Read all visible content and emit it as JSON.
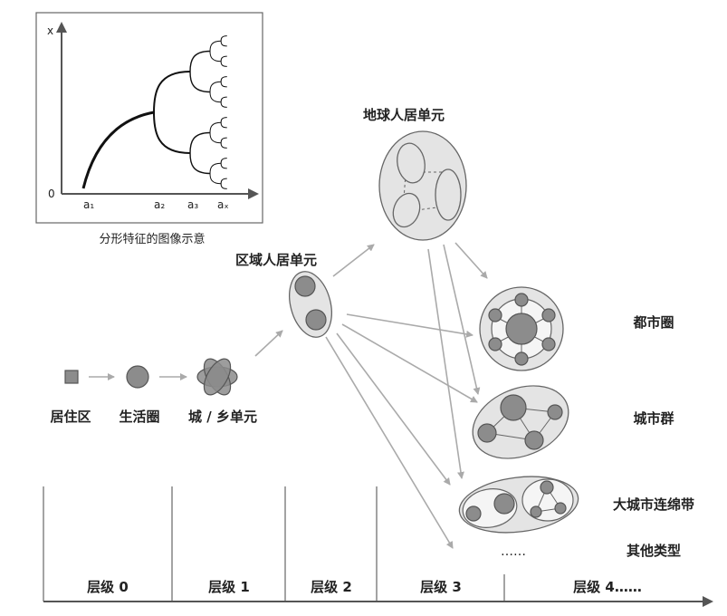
{
  "inset": {
    "axis_x_label": "x",
    "origin_label": "0",
    "tick_labels": [
      "a₁",
      "a₂",
      "a₃",
      "aₓ"
    ],
    "caption": "分形特征的图像示意"
  },
  "units": {
    "residential": "居住区",
    "living_circle": "生活圈",
    "town_unit": "城 / 乡单元",
    "regional_unit": "区域人居单元",
    "earth_unit": "地球人居单元"
  },
  "types": {
    "metro_circle": "都市圈",
    "city_group": "城市群",
    "megalopolis": "大城市连绵带",
    "ellipsis": "……",
    "other": "其他类型"
  },
  "levels": [
    "层级 0",
    "层级 1",
    "层级 2",
    "层级 3",
    "层级 4……"
  ]
}
